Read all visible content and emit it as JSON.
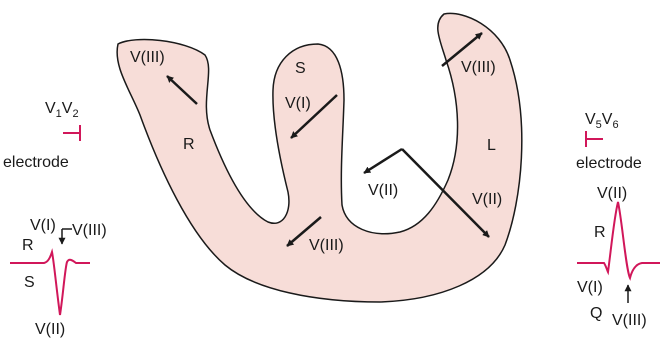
{
  "colors": {
    "heart_fill": "#f7ddd8",
    "outline": "#1a1a1a",
    "ecg_trace": "#d1175a",
    "electrode": "#d1175a",
    "arrow": "#1a1a1a"
  },
  "heart": {
    "right_ventricle_label": "R",
    "septum_label": "S",
    "left_ventricle_label": "L",
    "vector_labels": {
      "rv_wall": "V(III)",
      "septum": "V(I)",
      "septum_base": "V(III)",
      "lv_top": "V(III)",
      "lv_free_wall": "V(II)",
      "mean_axis": "V(II)"
    }
  },
  "left_lead": {
    "electrode_name": "V",
    "electrode_sub1": "1",
    "electrode_mid": "V",
    "electrode_sub2": "2",
    "electrode_label": "electrode",
    "wave_labels": {
      "v1": "V(I)",
      "v3": "V(III)",
      "r": "R",
      "s": "S",
      "v2": "V(II)"
    }
  },
  "right_lead": {
    "electrode_name": "V",
    "electrode_sub1": "5",
    "electrode_mid": "V",
    "electrode_sub2": "6",
    "electrode_label": "electrode",
    "wave_labels": {
      "v2": "V(II)",
      "r": "R",
      "v1": "V(I)",
      "q": "Q",
      "v3": "V(III)"
    }
  }
}
